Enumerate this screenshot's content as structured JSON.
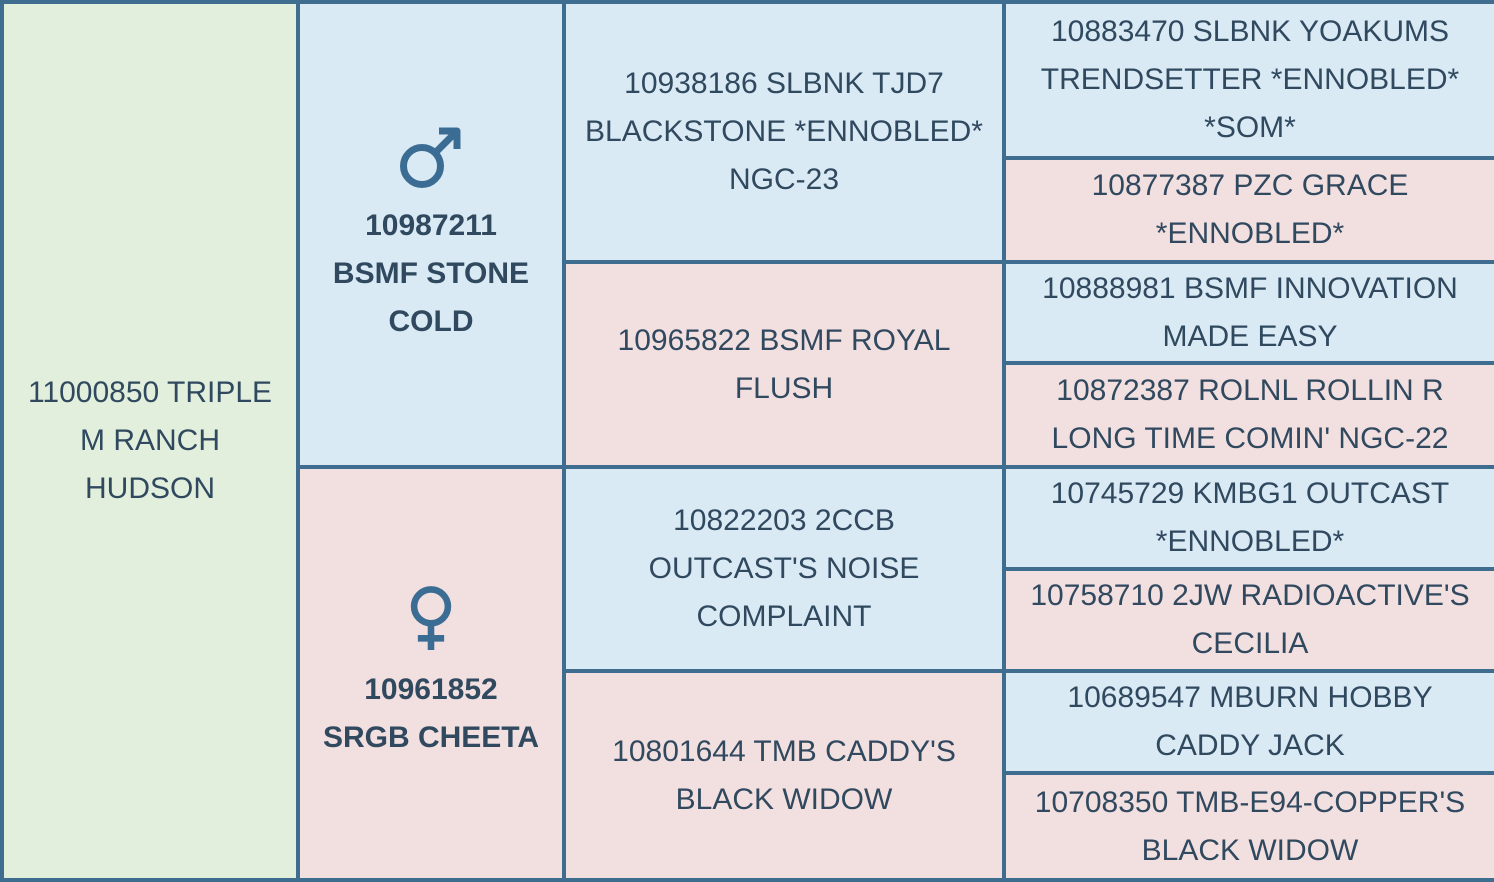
{
  "theme": {
    "colors": {
      "male_bg": "#d9eaf5",
      "female_bg": "#f2dfe0",
      "subject_bg": "#e2efdc",
      "border_color": "#3e6d90",
      "text_color": "#30495f",
      "symbol_color": "#3b6d94"
    }
  },
  "pedigree": {
    "subject": {
      "label": "11000850 TRIPLE M RANCH HUDSON"
    },
    "sire": {
      "sex": "male",
      "id": "10987211",
      "name": "BSMF STONE COLD"
    },
    "dam": {
      "sex": "female",
      "id": "10961852",
      "name": "SRGB CHEETA"
    },
    "grandparents": [
      {
        "sex": "male",
        "label": "10938186 SLBNK TJD7 BLACKSTONE *ENNOBLED* NGC-23"
      },
      {
        "sex": "female",
        "label": "10965822 BSMF ROYAL FLUSH"
      },
      {
        "sex": "male",
        "label": "10822203 2CCB OUTCAST'S NOISE COMPLAINT"
      },
      {
        "sex": "female",
        "label": "10801644 TMB CADDY'S BLACK WIDOW"
      }
    ],
    "great_grandparents": [
      {
        "sex": "male",
        "label": "10883470 SLBNK YOAKUMS TRENDSETTER *ENNOBLED* *SOM*"
      },
      {
        "sex": "female",
        "label": "10877387 PZC GRACE *ENNOBLED*"
      },
      {
        "sex": "male",
        "label": "10888981 BSMF INNOVATION MADE EASY"
      },
      {
        "sex": "female",
        "label": "10872387 ROLNL ROLLIN R LONG TIME COMIN' NGC-22"
      },
      {
        "sex": "male",
        "label": "10745729 KMBG1 OUTCAST *ENNOBLED*"
      },
      {
        "sex": "female",
        "label": "10758710 2JW RADIOACTIVE'S CECILIA"
      },
      {
        "sex": "male",
        "label": "10689547 MBURN HOBBY CADDY JACK"
      },
      {
        "sex": "female",
        "label": "10708350 TMB-E94-COPPER'S BLACK WIDOW"
      }
    ]
  }
}
